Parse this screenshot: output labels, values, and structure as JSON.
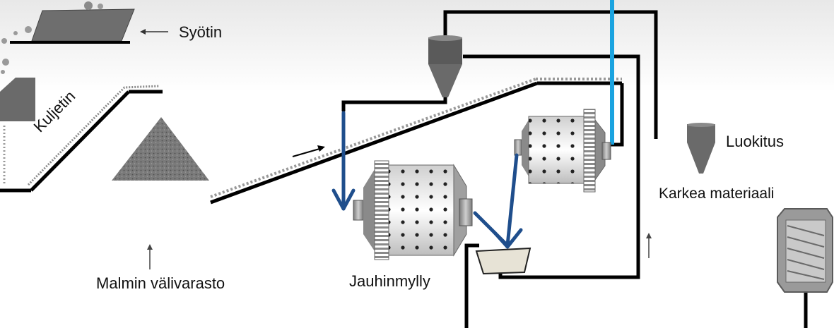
{
  "labels": {
    "syotin": "Syötin",
    "kuljetin": "Kuljetin",
    "malmin_valivarasto": "Malmin välivarasto",
    "jauhinmylly": "Jauhinmylly",
    "luokitus": "Luokitus",
    "karkea_materiaali": "Karkea materiaali"
  },
  "colors": {
    "pipe": "#000000",
    "flow_arrow": "#1f4e8c",
    "water": "#1aa3e0",
    "equipment": "#a8a8a8",
    "ore": "#6f6f6f",
    "sump": "#e7e3d6"
  }
}
